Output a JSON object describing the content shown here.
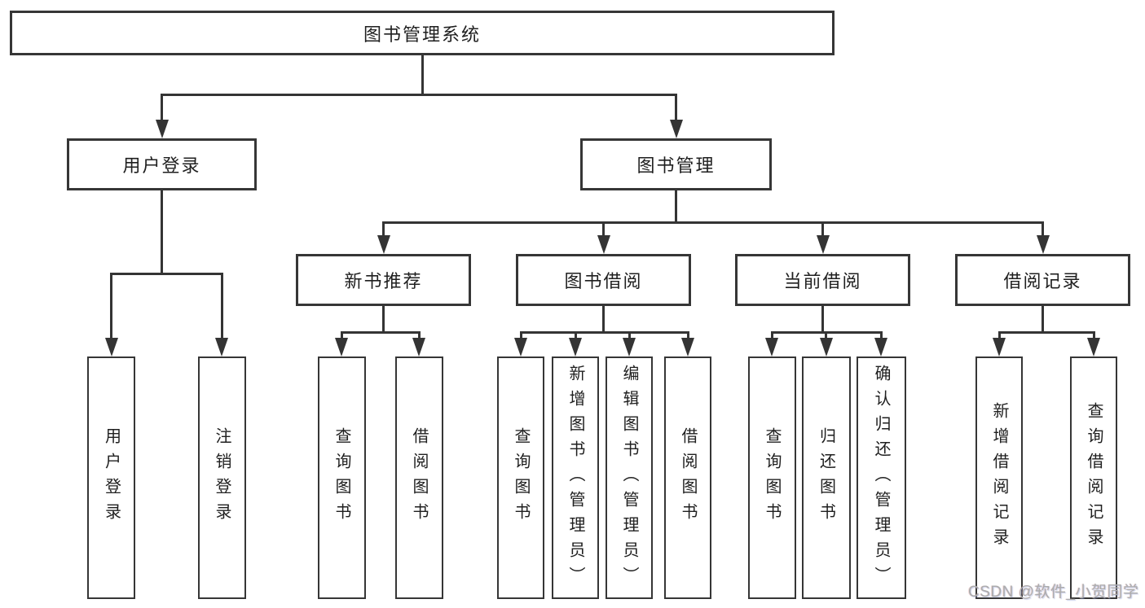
{
  "diagram": {
    "root": {
      "label": "图书管理系统"
    },
    "branches": [
      {
        "label": "用户登录",
        "children": [
          {
            "label": "用户登录"
          },
          {
            "label": "注销登录"
          }
        ]
      },
      {
        "label": "图书管理",
        "children": [
          {
            "label": "新书推荐",
            "children": [
              {
                "label": "查询图书"
              },
              {
                "label": "借阅图书"
              }
            ]
          },
          {
            "label": "图书借阅",
            "children": [
              {
                "label": "查询图书"
              },
              {
                "label": "新增图书（管理员）"
              },
              {
                "label": "编辑图书（管理员）"
              },
              {
                "label": "借阅图书"
              }
            ]
          },
          {
            "label": "当前借阅",
            "children": [
              {
                "label": "查询图书"
              },
              {
                "label": "归还图书"
              },
              {
                "label": "确认归还（管理员）"
              }
            ]
          },
          {
            "label": "借阅记录",
            "children": [
              {
                "label": "新增借阅记录"
              },
              {
                "label": "查询借阅记录"
              }
            ]
          }
        ]
      }
    ]
  },
  "watermark": {
    "text": "CSDN @软件_小贺同学"
  },
  "colors": {
    "background": "#ffffff",
    "line": "#343434",
    "box_border": "#363636",
    "text": "#1f1f1f",
    "watermark": "#acacac"
  }
}
